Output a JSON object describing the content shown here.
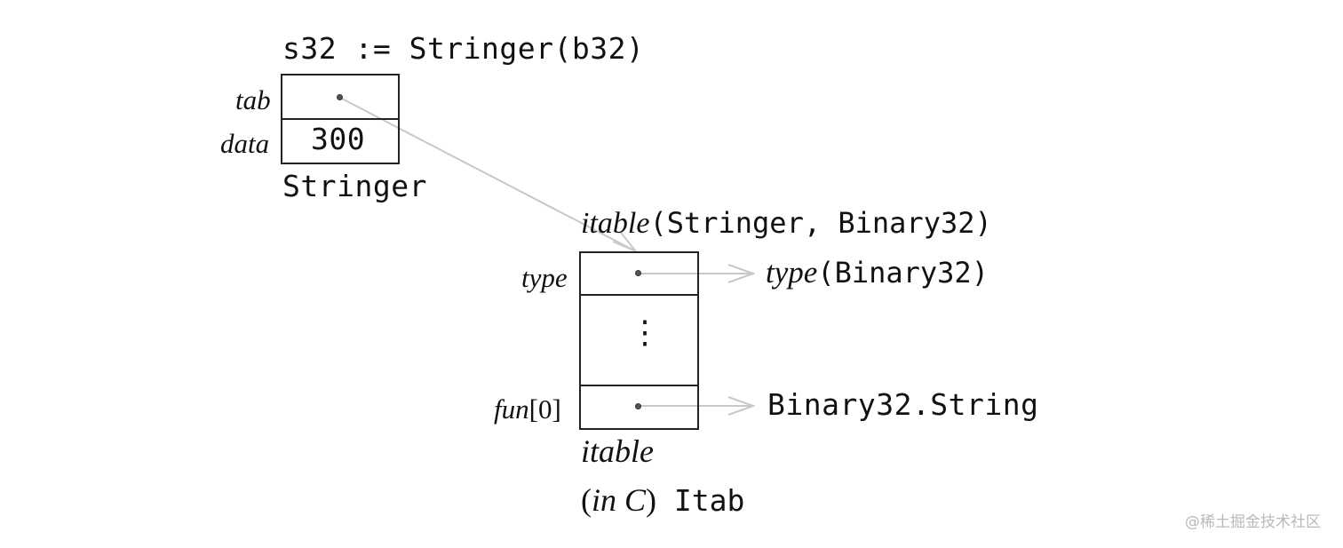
{
  "title_expression": "s32 := Stringer(b32)",
  "stringer_box": {
    "rows": [
      {
        "label": "tab",
        "value": ""
      },
      {
        "label": "data",
        "value": "300"
      }
    ],
    "caption": "Stringer"
  },
  "itable_box": {
    "header_italic": "itable",
    "header_rest": "(Stringer, Binary32)",
    "rows": [
      {
        "label": "type",
        "value": ""
      },
      {
        "label": "",
        "value": "⋮"
      },
      {
        "label_italic": "fun",
        "label_rest": "[0]",
        "value": ""
      }
    ],
    "caption_italic": "itable",
    "caption2_open": "(",
    "caption2_italic": "in C",
    "caption2_close": ")",
    "caption2_mono": " Itab"
  },
  "targets": {
    "type_target_italic": "type",
    "type_target_rest": "(Binary32)",
    "fun_target": "Binary32.String"
  },
  "watermark": "@稀土掘金技术社区"
}
